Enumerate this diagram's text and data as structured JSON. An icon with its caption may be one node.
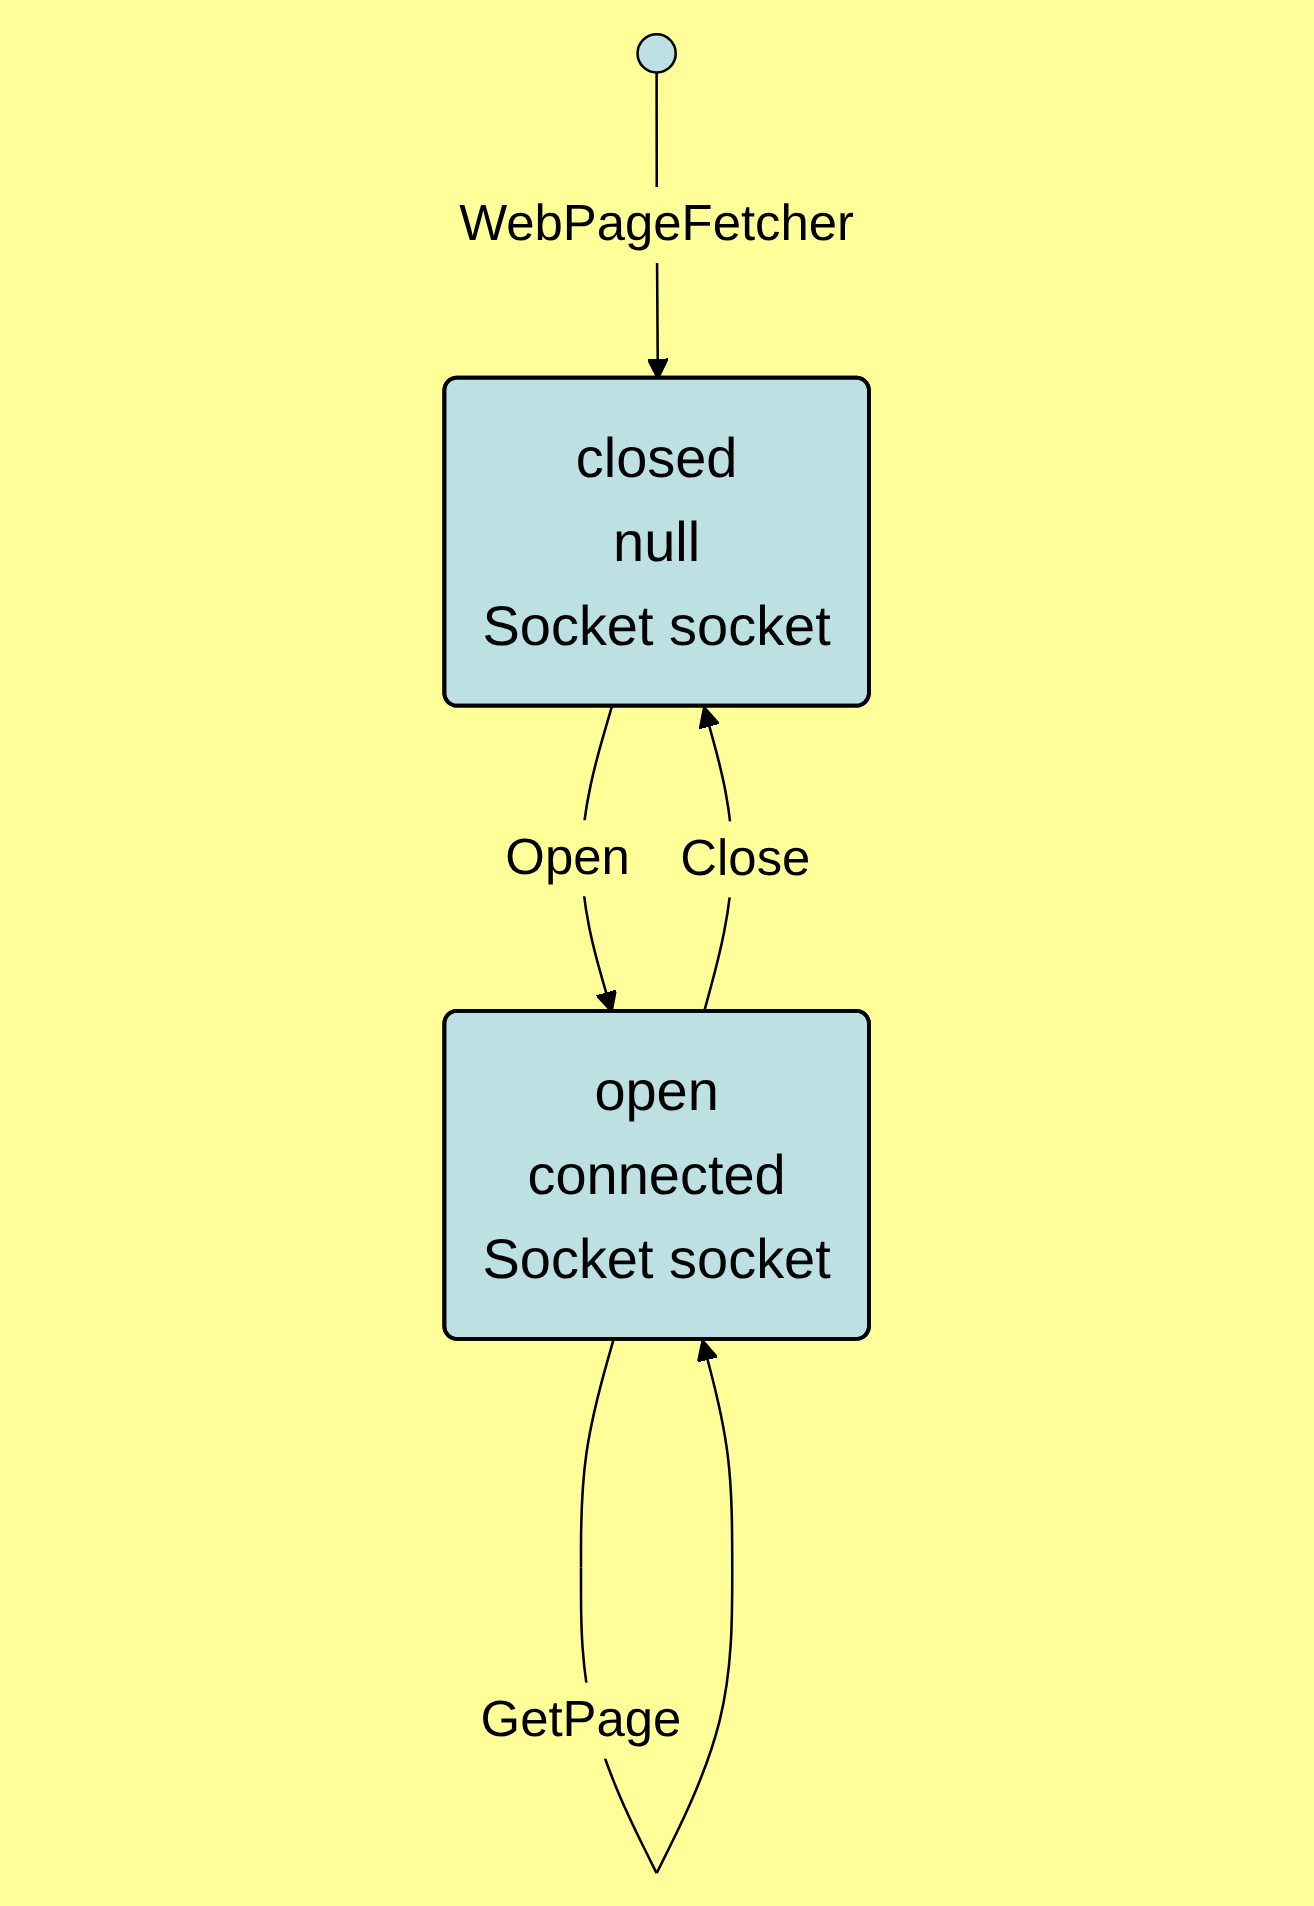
{
  "diagram": {
    "nodes": [
      {
        "text": [],
        "shape": "circle"
      },
      {
        "text": [
          "closed",
          "null",
          "Socket socket"
        ]
      },
      {
        "text": [
          "open",
          "connected",
          "Socket socket"
        ]
      }
    ],
    "edges": [
      {
        "from": 0,
        "to": 1,
        "arrow": "to",
        "label": "WebPageFetcher"
      },
      {
        "from": 1,
        "to": 2,
        "arrow": "to",
        "label": "Open"
      },
      {
        "from": 2,
        "to": 1,
        "arrow": "to",
        "label": "Close"
      },
      {
        "from": 2,
        "to": 2,
        "arrow": "to",
        "label": "GetPage"
      }
    ]
  }
}
